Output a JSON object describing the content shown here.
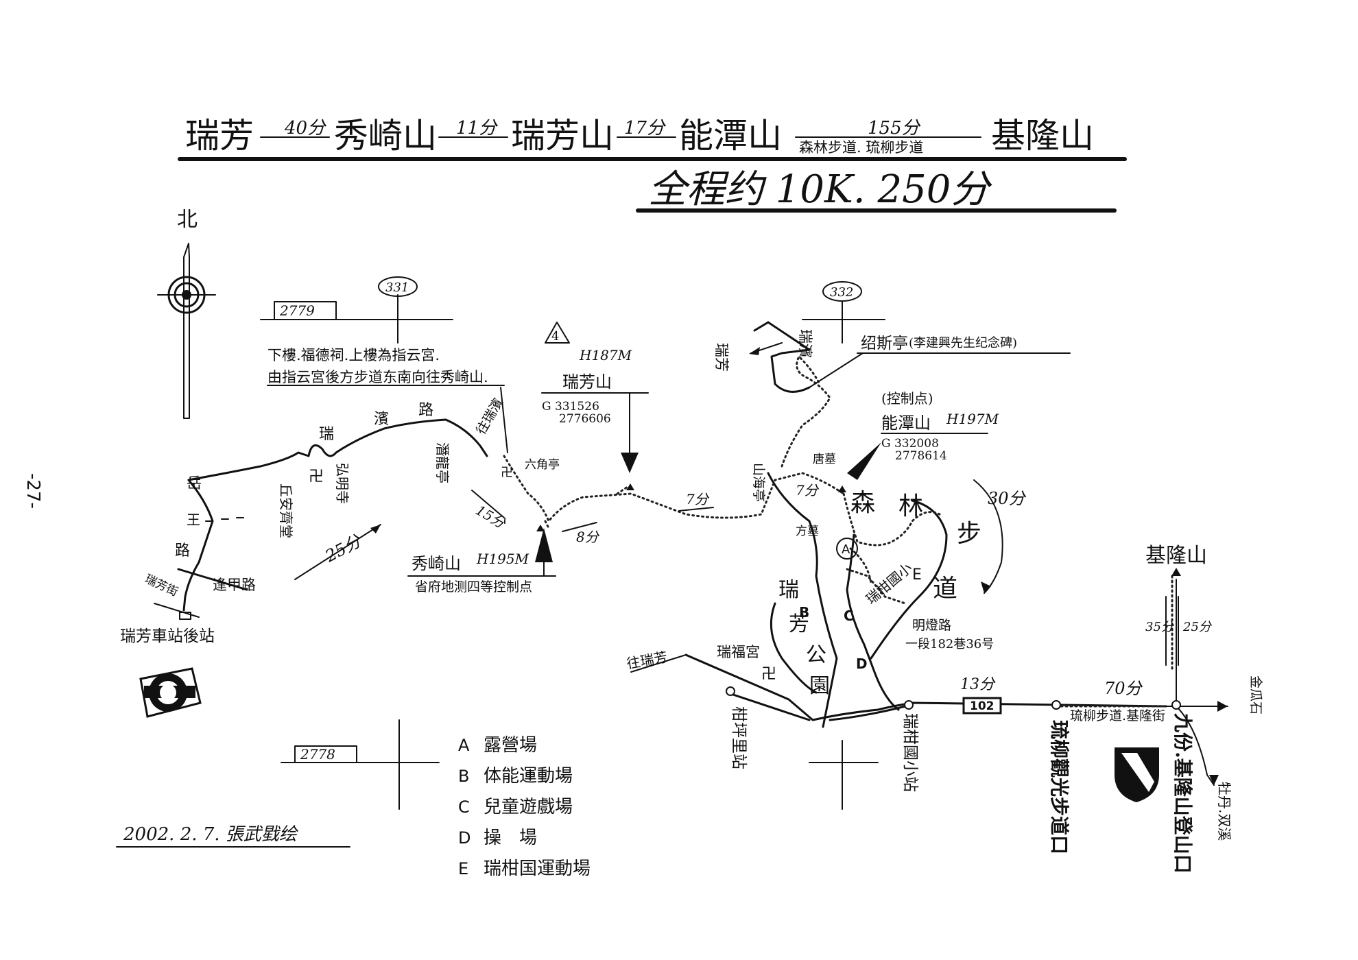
{
  "title": {
    "seg1": "瑞芳",
    "t1": "40分",
    "seg2": "秀崎山",
    "t2": "11分",
    "seg3": "瑞芳山",
    "t3": "17分",
    "seg4": "能潭山",
    "t4": "155分",
    "via": "森林步道. 琉柳步道",
    "seg5": "基隆山",
    "total": "全程约 10K. 250分"
  },
  "side_page": "-27-",
  "north": "北",
  "grid": {
    "g2779": "2779",
    "g331": "331",
    "g332": "332",
    "g2778": "2778"
  },
  "notes": {
    "line1": "下樓.福德祠.上樓為指云宮.",
    "line2": "由指云宮後方步道东南向往秀崎山."
  },
  "peaks": {
    "ruifangshan": {
      "name": "瑞芳山",
      "h": "H187M",
      "g1": "G 331526",
      "g2": "2776606"
    },
    "nengtanshan": {
      "name": "能潭山",
      "h": "H197M",
      "g1": "G 332008",
      "g2": "2778614",
      "note": "(控制点)"
    },
    "xiuqishan": {
      "name": "秀崎山",
      "h": "H195M",
      "note": "省府地测四等控制点"
    }
  },
  "places": {
    "ruifang_nw": "瑞芳",
    "ruibin": "瑞濱",
    "shaosi": "绍斯亭",
    "shaosi_note": "(李建興先生纪念碑)",
    "yueyu_road": "岳王路",
    "ruibin_road": "瑞濱路",
    "fengjia_road": "逢甲路",
    "ruifang_st": "瑞芳街",
    "station_back": "瑞芳車站後站",
    "qiuan": "丘安齊堂",
    "hongming": "弘明寺",
    "qianlong": "潛龍亭",
    "quruibin": "往瑞濱",
    "liujiao": "六角亭",
    "shanhai": "山海亭",
    "tangmu": "唐墓",
    "fangmu": "方墓",
    "senlin1": "森",
    "senlin2": "林",
    "senlin3": "步",
    "senlin4": "道",
    "ruifang_park": "瑞芳公園",
    "ruifu": "瑞福宮",
    "toruifang": "往瑞芳",
    "ruigan_elem": "瑞柑國小",
    "mingdeng": "明燈路",
    "mingdeng_no": "一段182巷36号",
    "kanping": "柑坪里站",
    "ruigan_station": "瑞柑國小站",
    "liuliu_trail": "琉柳觀光步道口",
    "liuliu_jilong": "琉柳步道.基隆街",
    "jiufen": "九份.基隆山登山口",
    "jinguashi": "金瓜石",
    "mudan": "牡丹.双溪",
    "jilongshan": "基隆山",
    "road102": "102"
  },
  "times": {
    "m25": "25分",
    "m15": "15分",
    "m8": "8分",
    "m7a": "7分",
    "m7b": "7分",
    "m30": "30分",
    "m13": "13分",
    "m70": "70分",
    "m35": "35分",
    "m25b": "25分"
  },
  "legend": [
    {
      "key": "A",
      "label": "露營場"
    },
    {
      "key": "B",
      "label": "体能運動場"
    },
    {
      "key": "C",
      "label": "兒童遊戲場"
    },
    {
      "key": "D",
      "label": "操　場"
    },
    {
      "key": "E",
      "label": "瑞柑国運動場"
    }
  ],
  "author": "2002. 2. 7. 張武戥绘"
}
